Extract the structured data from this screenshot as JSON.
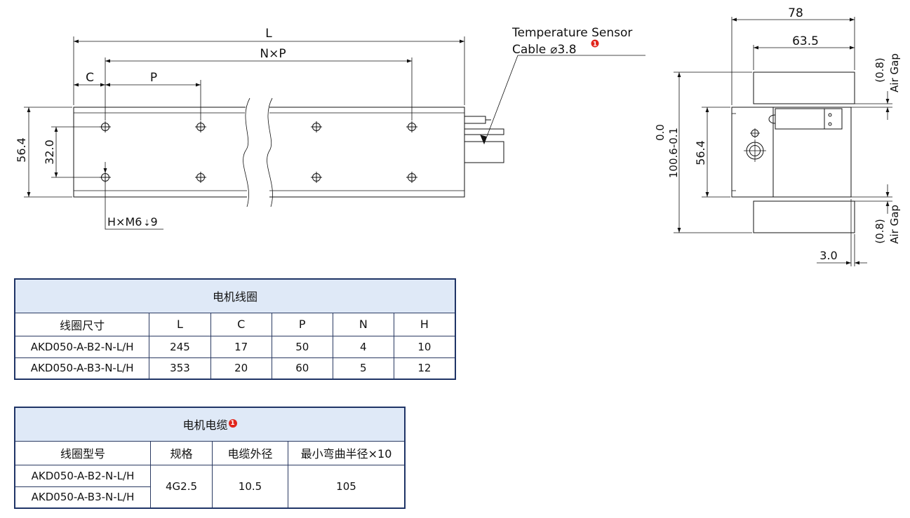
{
  "drawing": {
    "dims": {
      "L": "L",
      "NxP": "N×P",
      "C": "C",
      "P": "P",
      "height": "56.4",
      "hole_spacing": "32.0",
      "holes": "H×M6",
      "depth": "9",
      "width78": "78",
      "width63": "63.5",
      "side_height": "56.4",
      "tol_top": "0.0",
      "tol_bottom": "100.6-0.1",
      "air_gap_value": "(0.8)",
      "air_gap_label": "Air Gap",
      "offset": "3.0"
    },
    "callout": {
      "line1": "Temperature Sensor",
      "line2": "Cable",
      "diameter": "3.8",
      "note": "1"
    },
    "accent_color": "#e1251b"
  },
  "coil_table": {
    "title": "电机线圈",
    "headers": [
      "线圈尺寸",
      "L",
      "C",
      "P",
      "N",
      "H"
    ],
    "rows": [
      [
        "AKD050-A-B2-N-L/H",
        "245",
        "17",
        "50",
        "4",
        "10"
      ],
      [
        "AKD050-A-B3-N-L/H",
        "353",
        "20",
        "60",
        "5",
        "12"
      ]
    ]
  },
  "cable_table": {
    "title": "电机电缆",
    "note": "1",
    "headers": [
      "线圈型号",
      "规格",
      "电缆外径",
      "最小弯曲半径×10"
    ],
    "models": [
      "AKD050-A-B2-N-L/H",
      "AKD050-A-B3-N-L/H"
    ],
    "spec": "4G2.5",
    "diameter": "10.5",
    "bend_radius": "105"
  }
}
